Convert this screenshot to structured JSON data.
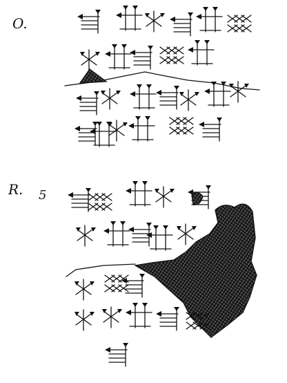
{
  "obverse_label": "O.",
  "reverse_label": "R.",
  "line_number": "5"
}
